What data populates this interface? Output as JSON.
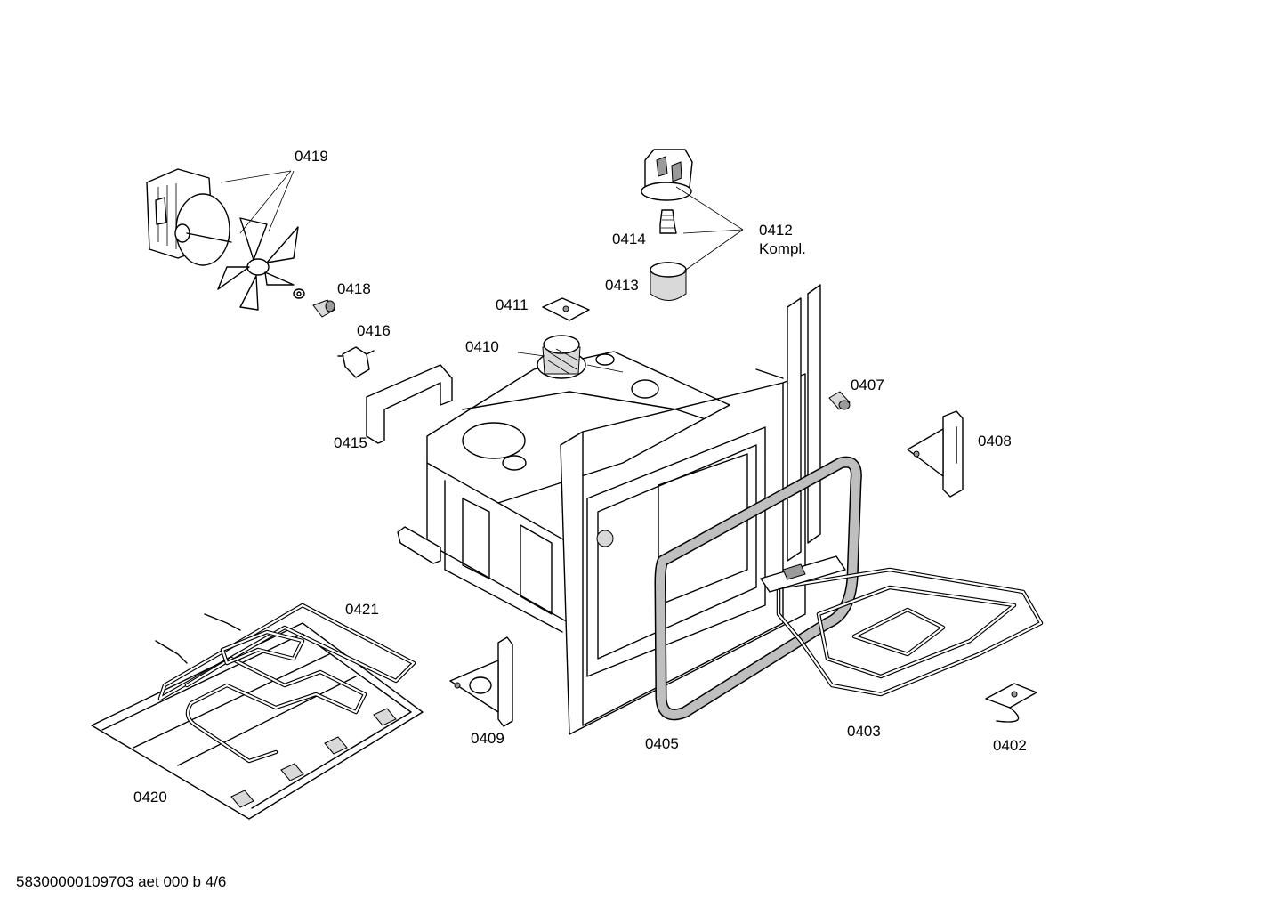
{
  "labels": {
    "p0402": "0402",
    "p0403": "0403",
    "p0405": "0405",
    "p0407": "0407",
    "p0408": "0408",
    "p0409": "0409",
    "p0410": "0410",
    "p0411": "0411",
    "p0412": "0412",
    "p0412_sub": "Kompl.",
    "p0413": "0413",
    "p0414": "0414",
    "p0415": "0415",
    "p0416": "0416",
    "p0418": "0418",
    "p0419": "0419",
    "p0420": "0420",
    "p0421": "0421"
  },
  "footer": "58300000109703 aet 000 b 4/6"
}
